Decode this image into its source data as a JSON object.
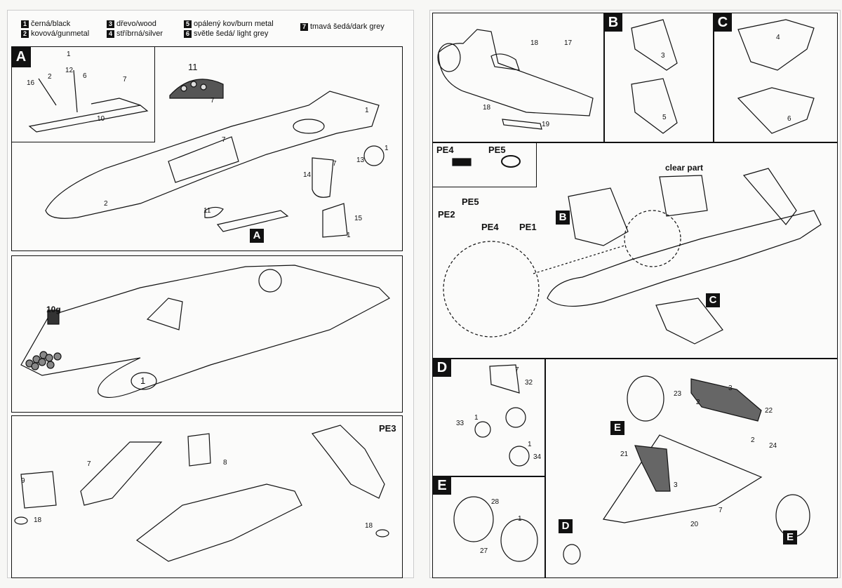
{
  "legend": [
    {
      "num": "1",
      "text": "černá/black"
    },
    {
      "num": "2",
      "text": "kovová/gunmetal"
    },
    {
      "num": "3",
      "text": "dřevo/wood"
    },
    {
      "num": "4",
      "text": "stříbrná/silver"
    },
    {
      "num": "5",
      "text": "opálený kov/burn metal"
    },
    {
      "num": "6",
      "text": "světle šedá/ light grey"
    },
    {
      "num": "7",
      "text": "tmavá šedá/dark grey"
    }
  ],
  "sections": {
    "A": "A",
    "B": "B",
    "C": "C",
    "D": "D",
    "E": "E"
  },
  "weight_label": "10g",
  "clear_part": "clear part",
  "pe_labels": {
    "pe1": "PE1",
    "pe2": "PE2",
    "pe3": "PE3",
    "pe4": "PE4",
    "pe5": "PE5"
  },
  "part_numbers": {
    "p1": "1",
    "p2": "2",
    "p3": "3",
    "p4": "4",
    "p5": "5",
    "p6": "6",
    "p7": "7",
    "p8": "8",
    "p9": "9",
    "p10": "10",
    "p11": "11",
    "p12": "12",
    "p13": "13",
    "p14": "14",
    "p15": "15",
    "p16": "16",
    "p17": "17",
    "p18": "18",
    "p19": "19",
    "p20": "20",
    "p21": "21",
    "p22": "22",
    "p23": "23",
    "p24": "24",
    "p27": "27",
    "p28": "28",
    "p32": "32",
    "p33": "33",
    "p34": "34"
  }
}
